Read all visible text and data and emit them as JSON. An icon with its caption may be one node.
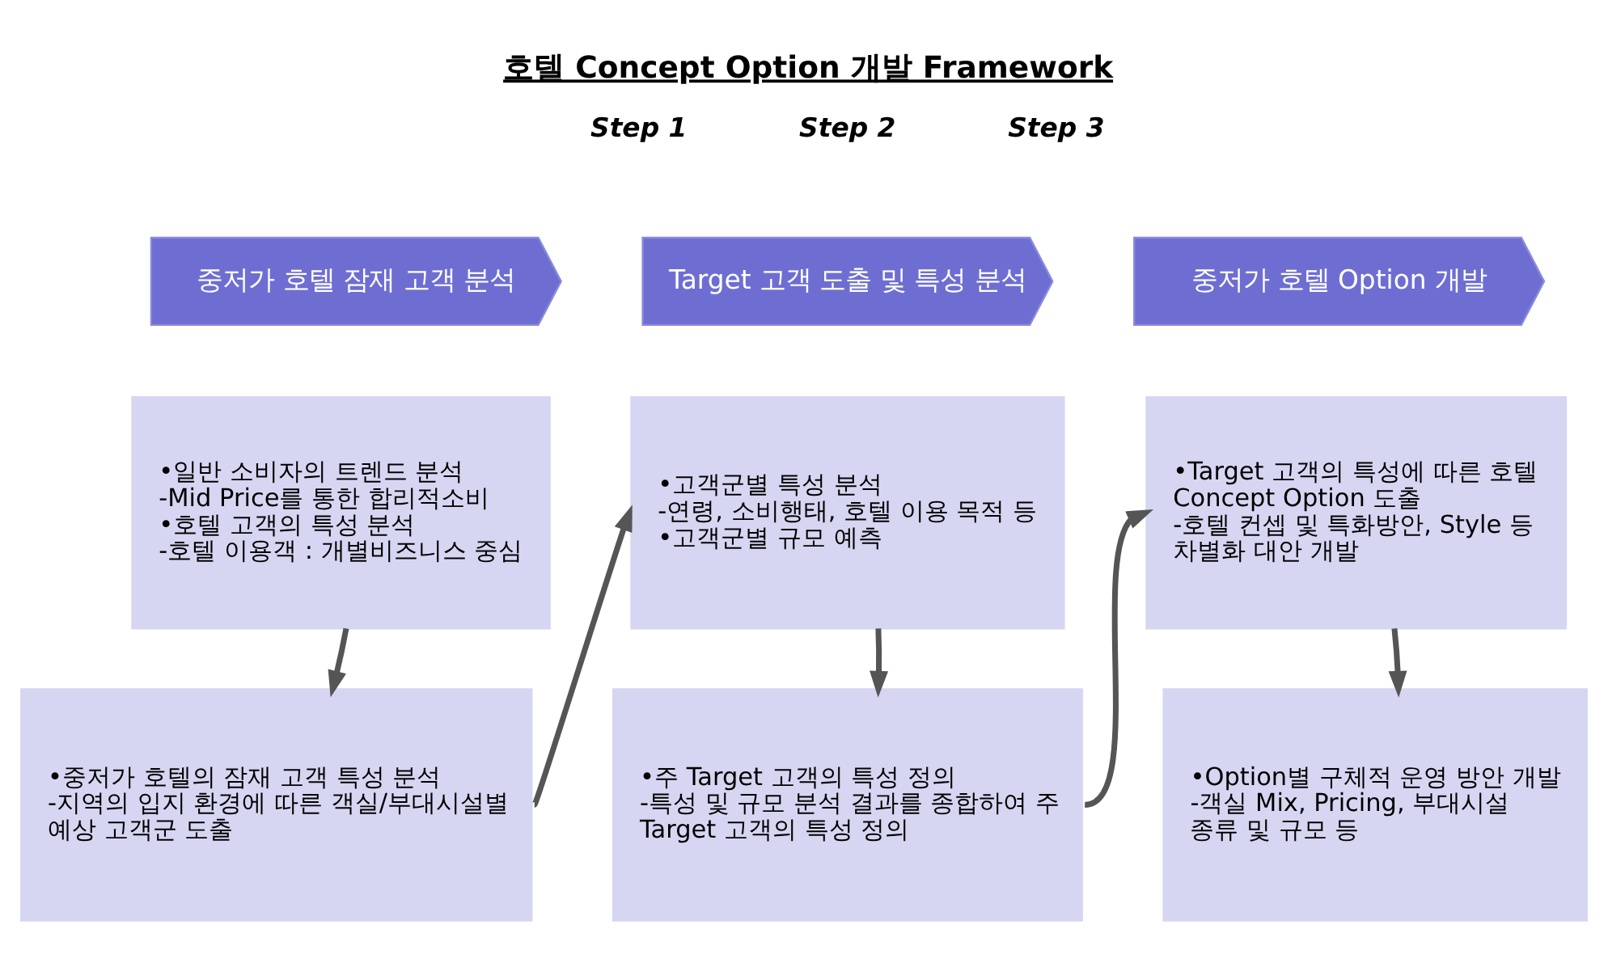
{
  "diagram": {
    "title": "호텔 Concept Option 개발 Framework",
    "nodes": [
      {
        "text": [
          "중저가 호텔 잠재 고객 분석"
        ]
      },
      {
        "text": [
          "Target 고객 도출 및 특성 분석"
        ]
      },
      {
        "text": [
          "중저가 호텔 Option 개발"
        ]
      },
      {
        "text": [
          "•일반 소비자의 트렌드 분석",
          "-Mid Price를 통한 합리적소비",
          "•호텔 고객의 특성 분석",
          "-호텔 이용객 : 개별비즈니스 중심"
        ]
      },
      {
        "text": [
          "•중저가 호텔의 잠재 고객 특성 분석",
          "-지역의 입지 환경에 따른 객실/부대시설별 예상 고객군 도출"
        ]
      },
      {
        "text": [
          "•고객군별 특성 분석",
          "-연령, 소비행태, 호텔 이용 목적 등",
          "•고객군별 규모 예측"
        ]
      },
      {
        "text": [
          "•주 Target 고객의 특성 정의",
          "-특성 및 규모 분석 결과를 종합하여 주 Target 고객의 특성 정의"
        ]
      },
      {
        "text": [
          "•Target 고객의 특성에 따른 호텔 Concept Option 도출",
          "-호텔 컨셉 및 특화방안, Style 등 차별화 대안 개발"
        ]
      },
      {
        "text": [
          "•Option별 구체적 운영 방안 개발",
          "-객실 Mix, Pricing, 부대시설 종류 및 규모 등"
        ]
      }
    ],
    "edges": [
      {
        "from": 3,
        "to": 4,
        "arrow": "to"
      },
      {
        "from": 4,
        "to": 5,
        "arrow": "to"
      },
      {
        "from": 5,
        "to": 6,
        "arrow": "to"
      },
      {
        "from": 6,
        "to": 7,
        "arrow": "to"
      },
      {
        "from": 7,
        "to": 8,
        "arrow": "to"
      }
    ],
    "labels": [
      "Step 1",
      "Step 2",
      "Step 3"
    ]
  }
}
